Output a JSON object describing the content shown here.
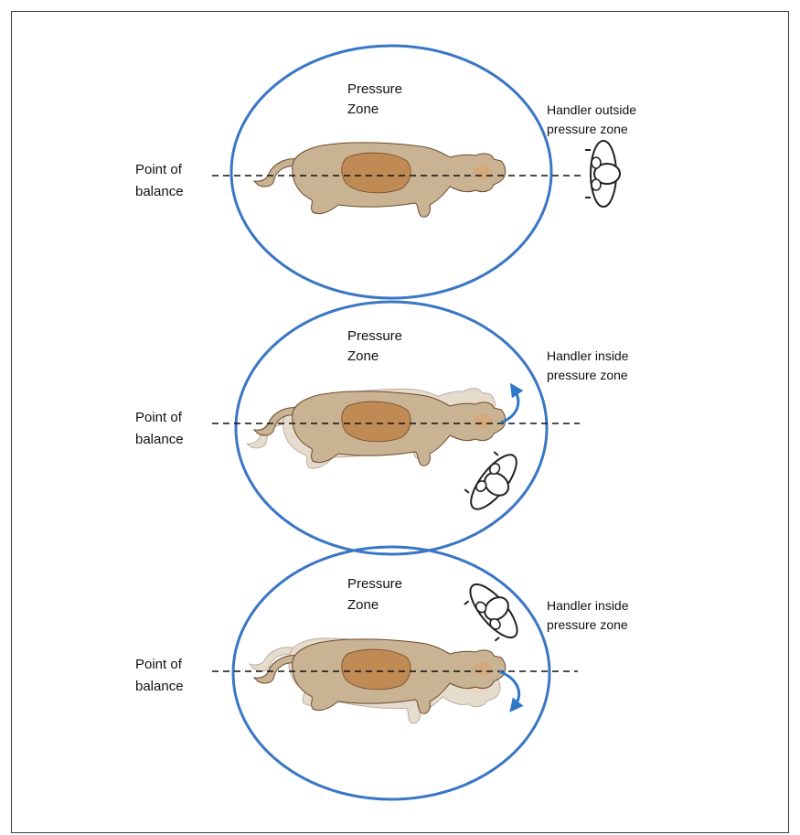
{
  "colors": {
    "zone_circle": "#3a76c4",
    "cow_outer": "#c9b393",
    "cow_inner": "#c08a55",
    "cow_outline": "#6b4a2b",
    "ghost_fill": "#ead8c2",
    "arrow": "#2f78c8",
    "handler_stroke": "#222222",
    "handler_fill": "#ffffff"
  },
  "panels": [
    {
      "zone_line1": "Pressure",
      "zone_line2": "Zone",
      "balance_line1": "Point of",
      "balance_line2": "balance",
      "handler_line1": "Handler outside",
      "handler_line2": "pressure zone",
      "handler_icon": "handler-top-view-icon",
      "cow_icon": "cow-top-view-icon"
    },
    {
      "zone_line1": "Pressure",
      "zone_line2": "Zone",
      "balance_line1": "Point of",
      "balance_line2": "balance",
      "handler_line1": "Handler inside",
      "handler_line2": "pressure zone",
      "handler_icon": "handler-top-view-icon",
      "cow_icon": "cow-top-view-icon",
      "turn_arrow_icon": "curved-arrow-up-icon"
    },
    {
      "zone_line1": "Pressure",
      "zone_line2": "Zone",
      "balance_line1": "Point of",
      "balance_line2": "balance",
      "handler_line1": "Handler inside",
      "handler_line2": "pressure zone",
      "handler_icon": "handler-top-view-icon",
      "cow_icon": "cow-top-view-icon",
      "turn_arrow_icon": "curved-arrow-down-icon"
    }
  ]
}
